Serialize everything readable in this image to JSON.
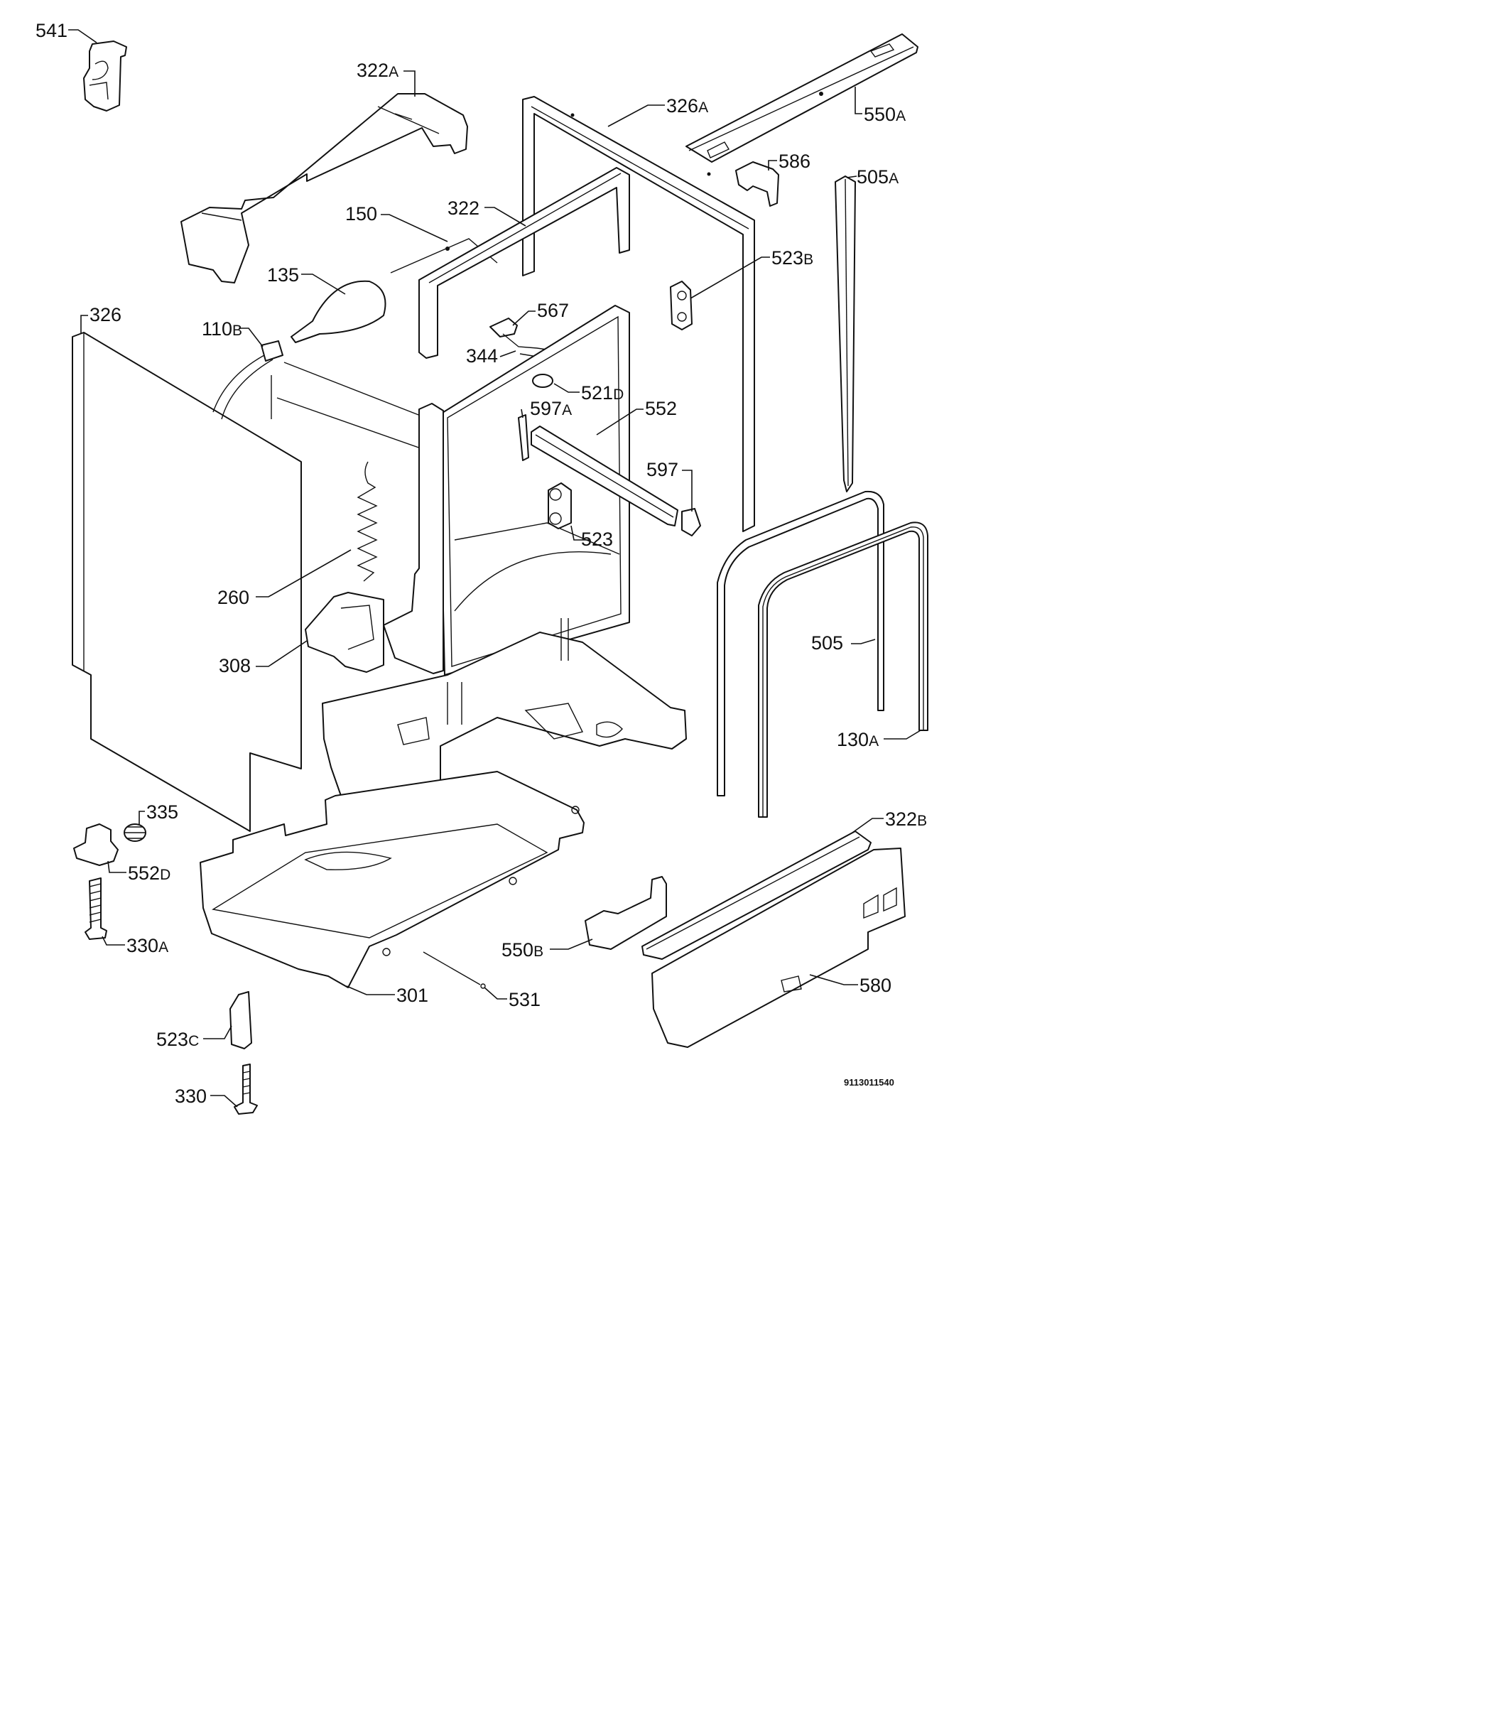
{
  "callouts": [
    {
      "id": "541",
      "num": "541",
      "suffix": ""
    },
    {
      "id": "322A",
      "num": "322",
      "suffix": "A"
    },
    {
      "id": "326A",
      "num": "326",
      "suffix": "A"
    },
    {
      "id": "550A",
      "num": "550",
      "suffix": "A"
    },
    {
      "id": "586",
      "num": "586",
      "suffix": ""
    },
    {
      "id": "505A",
      "num": "505",
      "suffix": "A"
    },
    {
      "id": "150",
      "num": "150",
      "suffix": ""
    },
    {
      "id": "322",
      "num": "322",
      "suffix": ""
    },
    {
      "id": "523B",
      "num": "523",
      "suffix": "B"
    },
    {
      "id": "135",
      "num": "135",
      "suffix": ""
    },
    {
      "id": "326",
      "num": "326",
      "suffix": ""
    },
    {
      "id": "567",
      "num": "567",
      "suffix": ""
    },
    {
      "id": "110B",
      "num": "110",
      "suffix": "B"
    },
    {
      "id": "344",
      "num": "344",
      "suffix": ""
    },
    {
      "id": "521D",
      "num": "521",
      "suffix": "D"
    },
    {
      "id": "597A",
      "num": "597",
      "suffix": "A"
    },
    {
      "id": "552",
      "num": "552",
      "suffix": ""
    },
    {
      "id": "597",
      "num": "597",
      "suffix": ""
    },
    {
      "id": "523",
      "num": "523",
      "suffix": ""
    },
    {
      "id": "260",
      "num": "260",
      "suffix": ""
    },
    {
      "id": "505",
      "num": "505",
      "suffix": ""
    },
    {
      "id": "308",
      "num": "308",
      "suffix": ""
    },
    {
      "id": "130A",
      "num": "130",
      "suffix": "A"
    },
    {
      "id": "335",
      "num": "335",
      "suffix": ""
    },
    {
      "id": "322B",
      "num": "322",
      "suffix": "B"
    },
    {
      "id": "552D",
      "num": "552",
      "suffix": "D"
    },
    {
      "id": "330A",
      "num": "330",
      "suffix": "A"
    },
    {
      "id": "550B",
      "num": "550",
      "suffix": "B"
    },
    {
      "id": "580",
      "num": "580",
      "suffix": ""
    },
    {
      "id": "301",
      "num": "301",
      "suffix": ""
    },
    {
      "id": "531",
      "num": "531",
      "suffix": ""
    },
    {
      "id": "523C",
      "num": "523",
      "suffix": "C"
    },
    {
      "id": "330",
      "num": "330",
      "suffix": ""
    }
  ],
  "doc_number": "9113011540"
}
